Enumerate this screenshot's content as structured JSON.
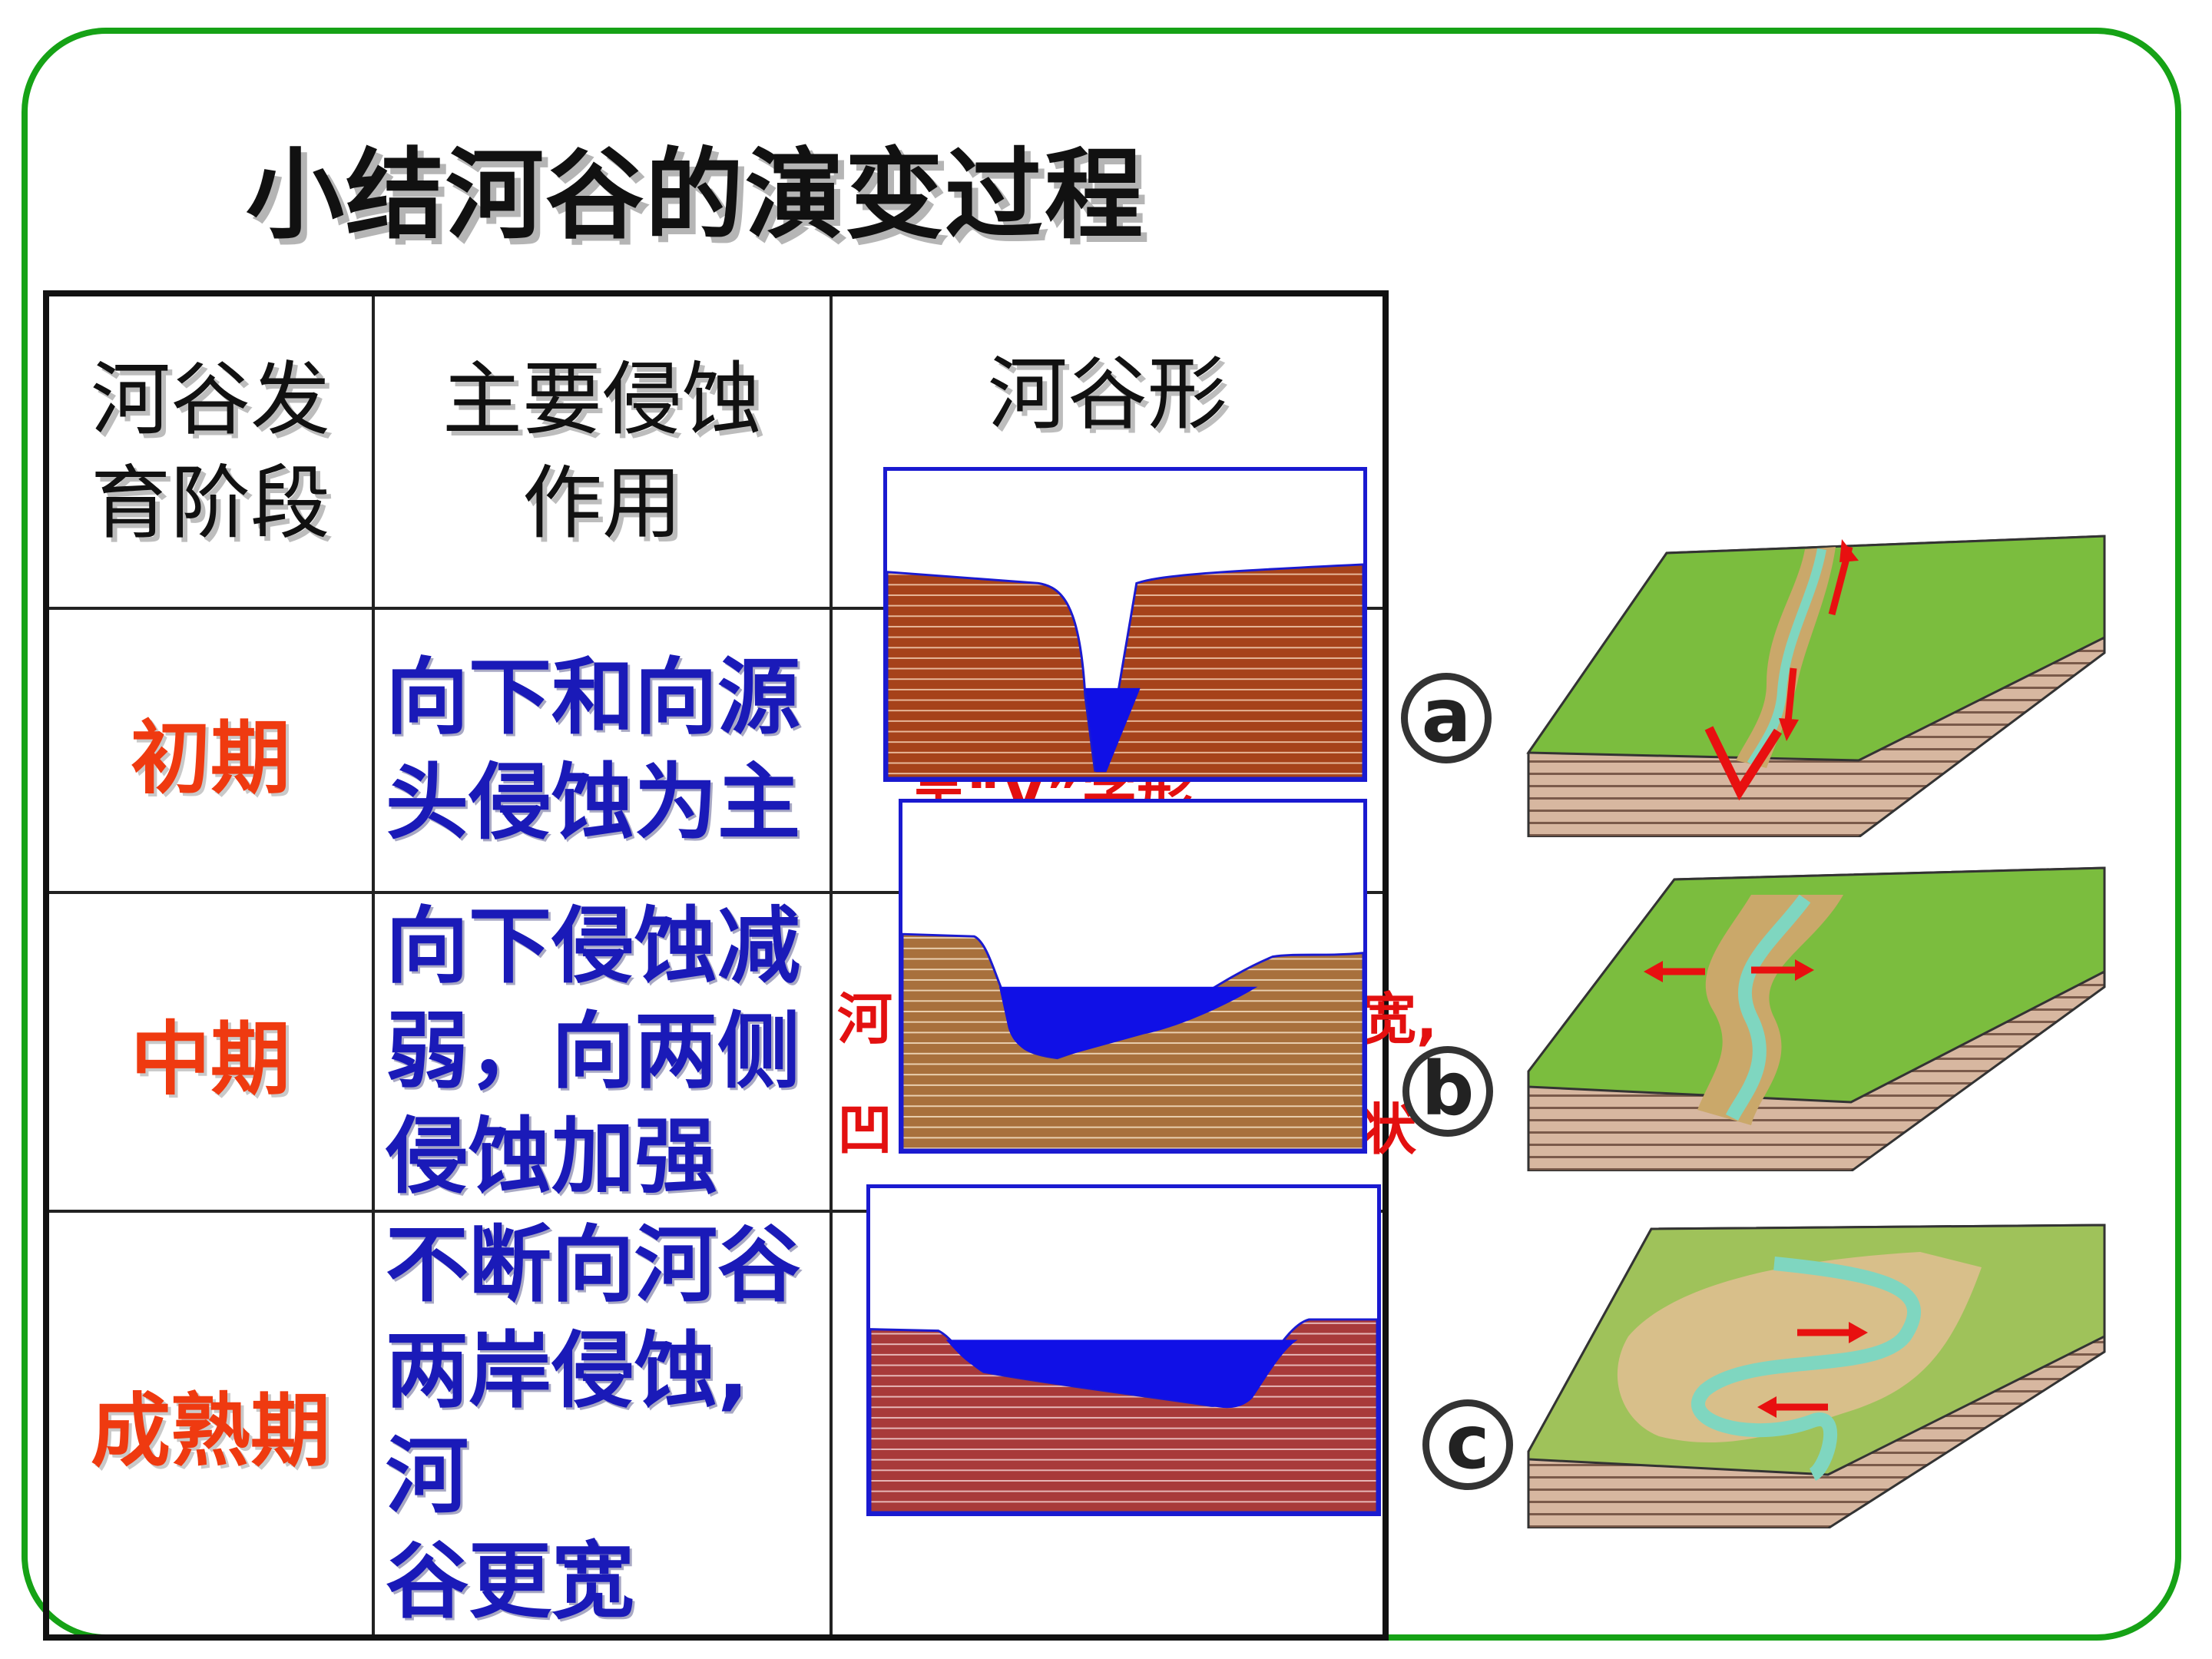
{
  "title": "小结河谷的演变过程",
  "table": {
    "headers": [
      "河谷发\n育阶段",
      "主要侵蚀\n作用",
      "河谷形"
    ],
    "rows": [
      {
        "stage": "初期",
        "action": "向下和向源\n头侵蚀为主"
      },
      {
        "stage": "中期",
        "action": "向下侵蚀减\n弱，向两侧\n侵蚀加强"
      },
      {
        "stage": "成熟期",
        "action": "不断向河谷\n两岸侵蚀,河\n谷更宽"
      }
    ]
  },
  "hidden_shape_hints": {
    "row1_fragment": "呈“V”字形",
    "row2_left_1": "河",
    "row2_left_2": "凹",
    "row2_right_1": "宽,",
    "row2_right_2": "状"
  },
  "block_labels": [
    "a",
    "b",
    "c"
  ],
  "colors": {
    "frame": "#16a216",
    "stage_text": "#ef3a10",
    "action_text": "#1a1ab8",
    "water": "#1010e6",
    "soil_early": "#a6421a",
    "soil_mid": "#a8703c",
    "soil_mature": "#a83a3a",
    "arrow": "#e81010"
  }
}
